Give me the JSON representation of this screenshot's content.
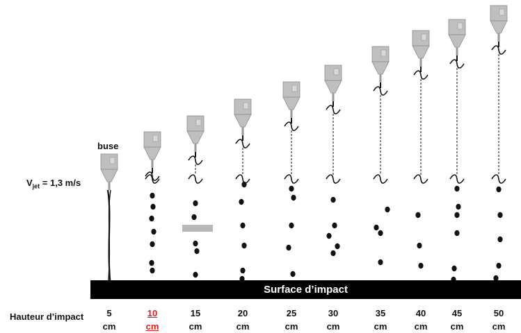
{
  "labels": {
    "nozzle": "buse",
    "velocity_prefix": "V",
    "velocity_sub": "jet",
    "velocity_value": " = 1,3 m/s",
    "surface": "Surface  d’impact",
    "height_axis": "Hauteur d’impact"
  },
  "heights": [
    {
      "value": "5",
      "unit": "cm",
      "highlight": false
    },
    {
      "value": "10",
      "unit": "cm",
      "highlight": true
    },
    {
      "value": "15",
      "unit": "cm",
      "highlight": false
    },
    {
      "value": "20",
      "unit": "cm",
      "highlight": false
    },
    {
      "value": "25",
      "unit": "cm",
      "highlight": false
    },
    {
      "value": "30",
      "unit": "cm",
      "highlight": false
    },
    {
      "value": "35",
      "unit": "cm",
      "highlight": false
    },
    {
      "value": "40",
      "unit": "cm",
      "highlight": false
    },
    {
      "value": "45",
      "unit": "cm",
      "highlight": false
    },
    {
      "value": "50",
      "unit": "cm",
      "highlight": false
    }
  ],
  "colors": {
    "highlight": "#d81e1e",
    "surface": "#000000",
    "nozzle": "#bfbfbf"
  }
}
